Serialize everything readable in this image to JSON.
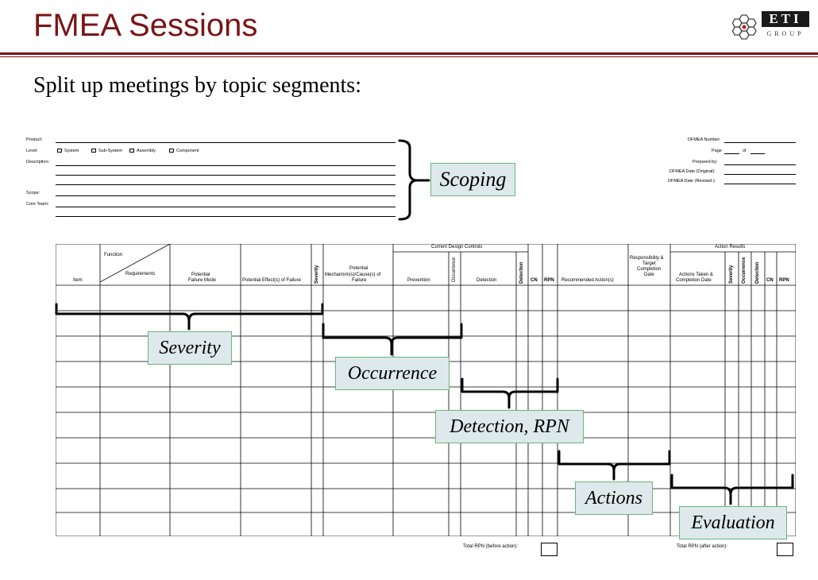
{
  "slide": {
    "title": "FMEA Sessions",
    "subtitle": "Split up meetings by topic segments:"
  },
  "logo": {
    "text": "ETI",
    "subtext": "GROUP",
    "icon": "honeycomb-icon"
  },
  "form_header": {
    "product_label": "Product:",
    "level_label": "Level:",
    "level_options": [
      "System",
      "Sub-System",
      "Assembly",
      "Component"
    ],
    "description_label": "Description:",
    "scope_label": "Scope:",
    "core_team_label": "Core Team:",
    "dfmea_number_label": "DFMEA Number:",
    "page_label": "Page",
    "of_label": "of",
    "prepared_by_label": "Prepared by:",
    "date_original_label": "DFMEA Date (Original):",
    "date_revised_label": "DFMEA Date (Revised.):"
  },
  "table": {
    "group_headers": {
      "current_design_controls": "Current Design Controls",
      "action_results": "Action Results"
    },
    "headers": {
      "item": "Item",
      "function": "Function",
      "requirements": "Requirements",
      "failure_mode_1": "Potential",
      "failure_mode_2": "Failure Mode",
      "effects": "Potential Effect(s) of Failure",
      "severity": "Severity",
      "mechanism_1": "Potential",
      "mechanism_2": "Mechanism(s)/Cause(s) of",
      "mechanism_3": "Failure",
      "prevention": "Prevention",
      "occurrence": "Occurrence",
      "detection": "Detection",
      "detection_rating": "Detection",
      "cn": "CN",
      "rpn": "RPN",
      "recommended": "Recommended Action(s)",
      "responsibility_1": "Responsibility &",
      "responsibility_2": "Target",
      "responsibility_3": "Completion",
      "responsibility_4": "Date",
      "actions_taken_1": "Actions Taken &",
      "actions_taken_2": "Completion Date",
      "ar_severity": "Severity",
      "ar_occurrence": "Occurrence",
      "ar_detection": "Detection",
      "ar_cn": "CN",
      "ar_rpn": "RPN"
    },
    "total_before": "Total RPN (before action):",
    "total_after": "Total RPN (after action):"
  },
  "callouts": {
    "scoping": "Scoping",
    "severity": "Severity",
    "occurrence": "Occurrence",
    "detection": "Detection, RPN",
    "actions": "Actions",
    "evaluation": "Evaluation"
  },
  "colors": {
    "title": "#7a1516",
    "callout_fill": "#dde9ea",
    "callout_border": "#6db37b"
  }
}
